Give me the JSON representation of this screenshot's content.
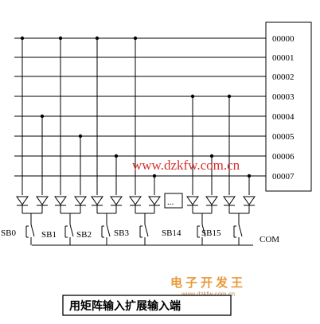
{
  "inputs": [
    "00000",
    "00001",
    "00002",
    "00003",
    "00004",
    "00005",
    "00006",
    "00007"
  ],
  "switches": [
    {
      "label": "SB0"
    },
    {
      "label": "SB1"
    },
    {
      "label": "SB2"
    },
    {
      "label": "SB3"
    },
    {
      "label": "SB14"
    },
    {
      "label": "SB15"
    }
  ],
  "ellipsis": "...",
  "com_label": "COM",
  "watermark": "www.dzkfw.com.cn",
  "logo": {
    "text": "电子开发王",
    "url": "www.dzkfw.com.cn"
  },
  "caption": "用矩阵输入扩展输入端"
}
